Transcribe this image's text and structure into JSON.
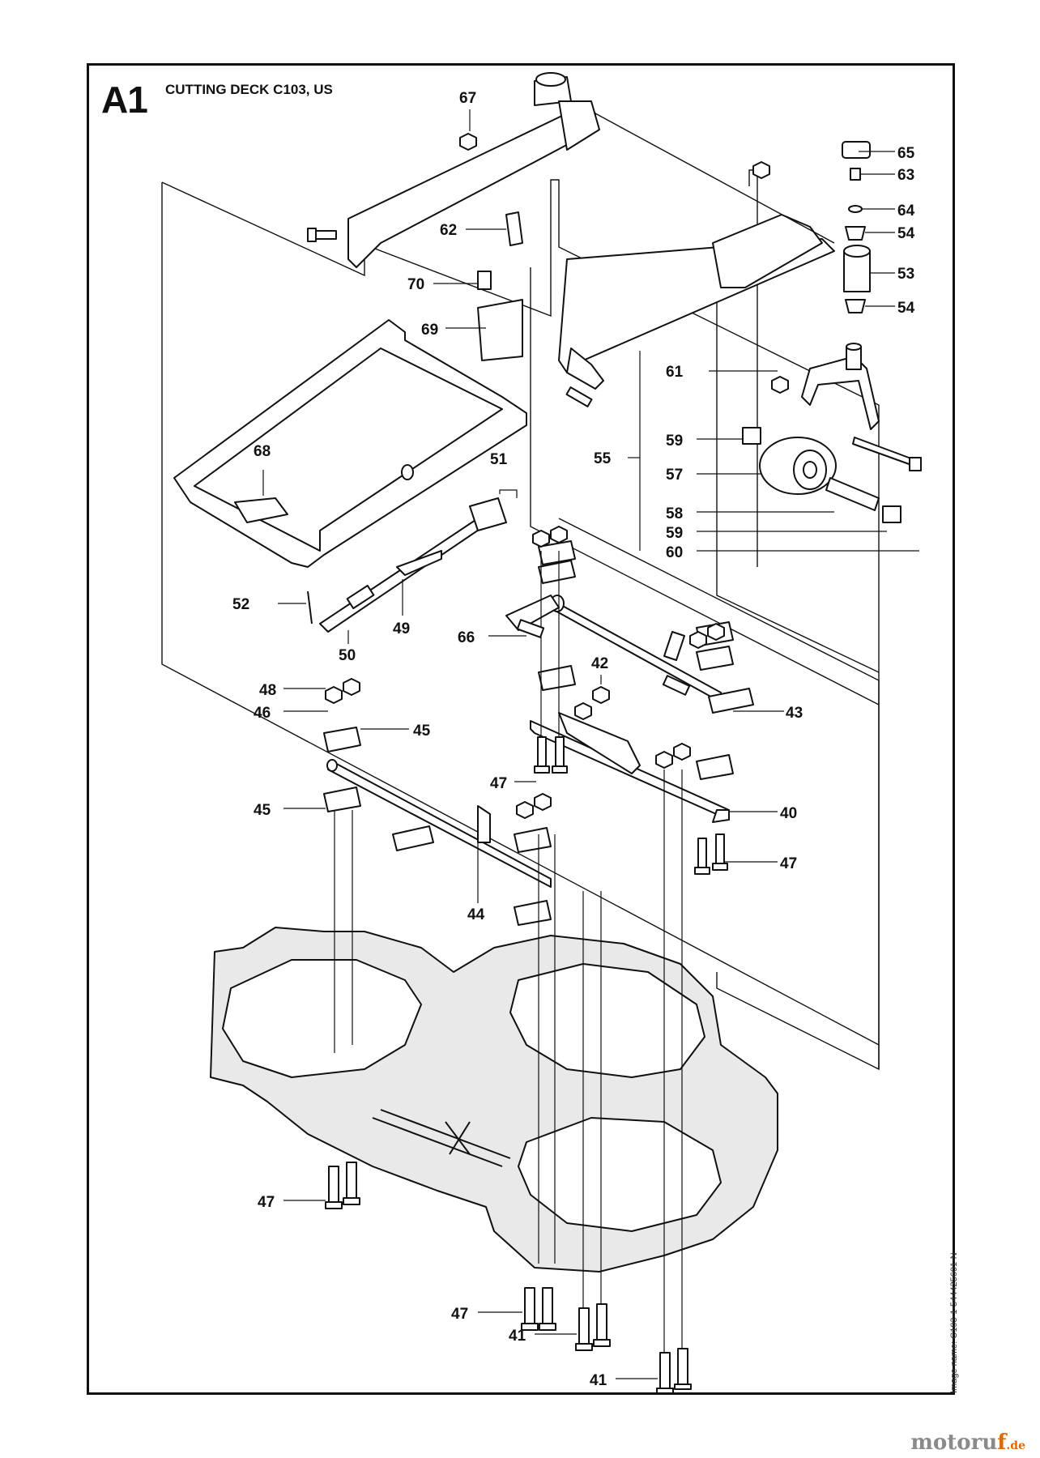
{
  "header": {
    "section": "A1",
    "title": "CUTTING DECK C103, US"
  },
  "image_name": "Image name: C103-1-544425601-N",
  "brand": {
    "name_main": "motoru",
    "name_accent": "f",
    "tld": ".de"
  },
  "callouts": [
    {
      "id": "c67",
      "label": "67"
    },
    {
      "id": "c65",
      "label": "65"
    },
    {
      "id": "c63",
      "label": "63"
    },
    {
      "id": "c64",
      "label": "64"
    },
    {
      "id": "c54a",
      "label": "54"
    },
    {
      "id": "c53",
      "label": "53"
    },
    {
      "id": "c54b",
      "label": "54"
    },
    {
      "id": "c62",
      "label": "62"
    },
    {
      "id": "c70",
      "label": "70"
    },
    {
      "id": "c69",
      "label": "69"
    },
    {
      "id": "c61",
      "label": "61"
    },
    {
      "id": "c59a",
      "label": "59"
    },
    {
      "id": "c55",
      "label": "55"
    },
    {
      "id": "c57",
      "label": "57"
    },
    {
      "id": "c58",
      "label": "58"
    },
    {
      "id": "c59b",
      "label": "59"
    },
    {
      "id": "c60",
      "label": "60"
    },
    {
      "id": "c68",
      "label": "68"
    },
    {
      "id": "c51",
      "label": "51"
    },
    {
      "id": "c52",
      "label": "52"
    },
    {
      "id": "c50",
      "label": "50"
    },
    {
      "id": "c49",
      "label": "49"
    },
    {
      "id": "c66",
      "label": "66"
    },
    {
      "id": "c42",
      "label": "42"
    },
    {
      "id": "c43",
      "label": "43"
    },
    {
      "id": "c48",
      "label": "48"
    },
    {
      "id": "c46",
      "label": "46"
    },
    {
      "id": "c45a",
      "label": "45"
    },
    {
      "id": "c47a",
      "label": "47"
    },
    {
      "id": "c45b",
      "label": "45"
    },
    {
      "id": "c40",
      "label": "40"
    },
    {
      "id": "c47b",
      "label": "47"
    },
    {
      "id": "c44",
      "label": "44"
    },
    {
      "id": "c47c",
      "label": "47"
    },
    {
      "id": "c47d",
      "label": "47"
    },
    {
      "id": "c41a",
      "label": "41"
    },
    {
      "id": "c41b",
      "label": "41"
    }
  ]
}
